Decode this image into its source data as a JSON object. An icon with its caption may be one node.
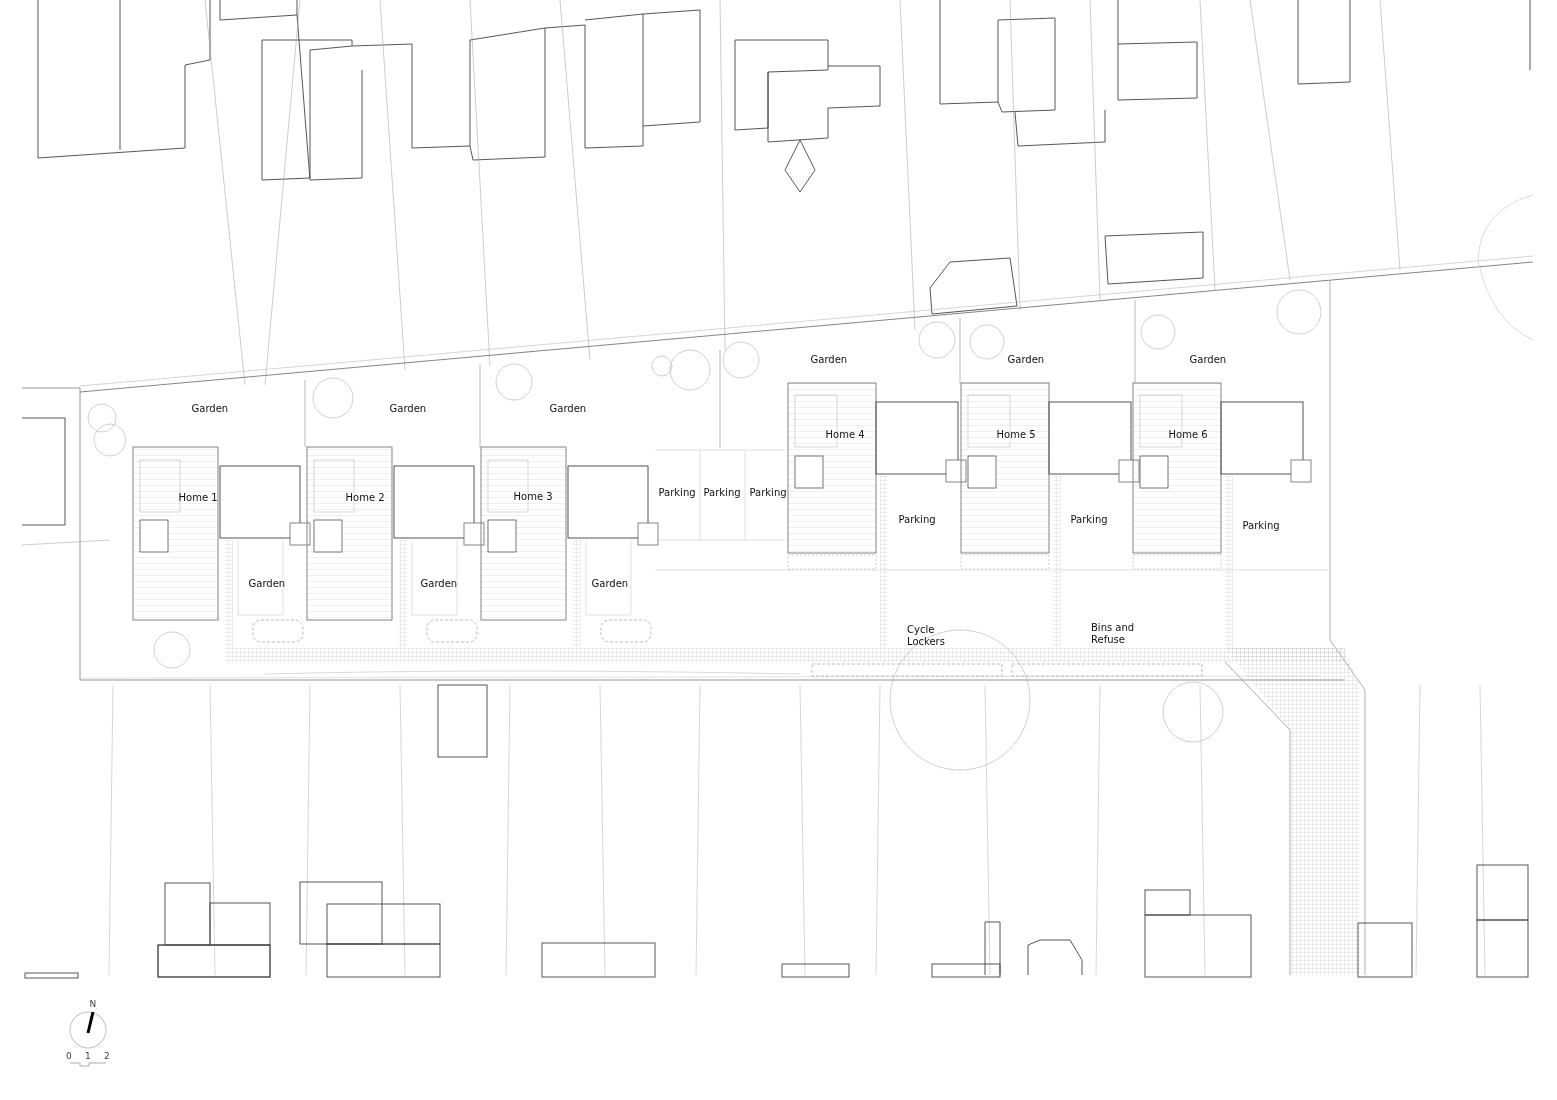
{
  "diagram": {
    "labels": [
      "Garden",
      "Garden",
      "Garden",
      "Garden",
      "Garden",
      "Garden",
      "Home 4",
      "Home 5",
      "Home 6",
      "Home 1",
      "Home 2",
      "Home 3",
      "Parking",
      "Parking",
      "Parking",
      "Parking",
      "Parking",
      "Parking",
      "Garden",
      "Garden",
      "Garden",
      "Cycle Lockers",
      "Bins and Refuse",
      "N",
      "0",
      "1",
      "2"
    ]
  }
}
